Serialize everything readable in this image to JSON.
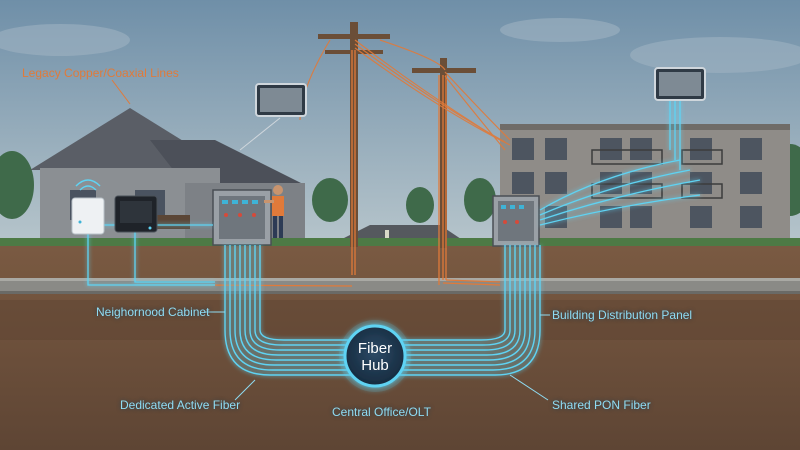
{
  "labels": {
    "legacy_lines": "Legacy Copper/Coaxial Lines",
    "neighborhood_cabinet": "Neighornood Cabinet",
    "building_panel": "Building Distribution Panel",
    "hub_line1": "Fiber",
    "hub_line2": "Hub",
    "dedicated_fiber": "Dedicated Active Fiber",
    "central_office": "Central Office/OLT",
    "shared_pon": "Shared PON Fiber"
  },
  "colors": {
    "fiber_cyan": "#5fd3f3",
    "copper_orange": "#e07a3a",
    "sky_top": "#6f8fa8",
    "soil": "#6b4f3a"
  },
  "icons": [
    "wifi-router-icon",
    "modem-icon",
    "technician-icon",
    "tablet-icon"
  ]
}
